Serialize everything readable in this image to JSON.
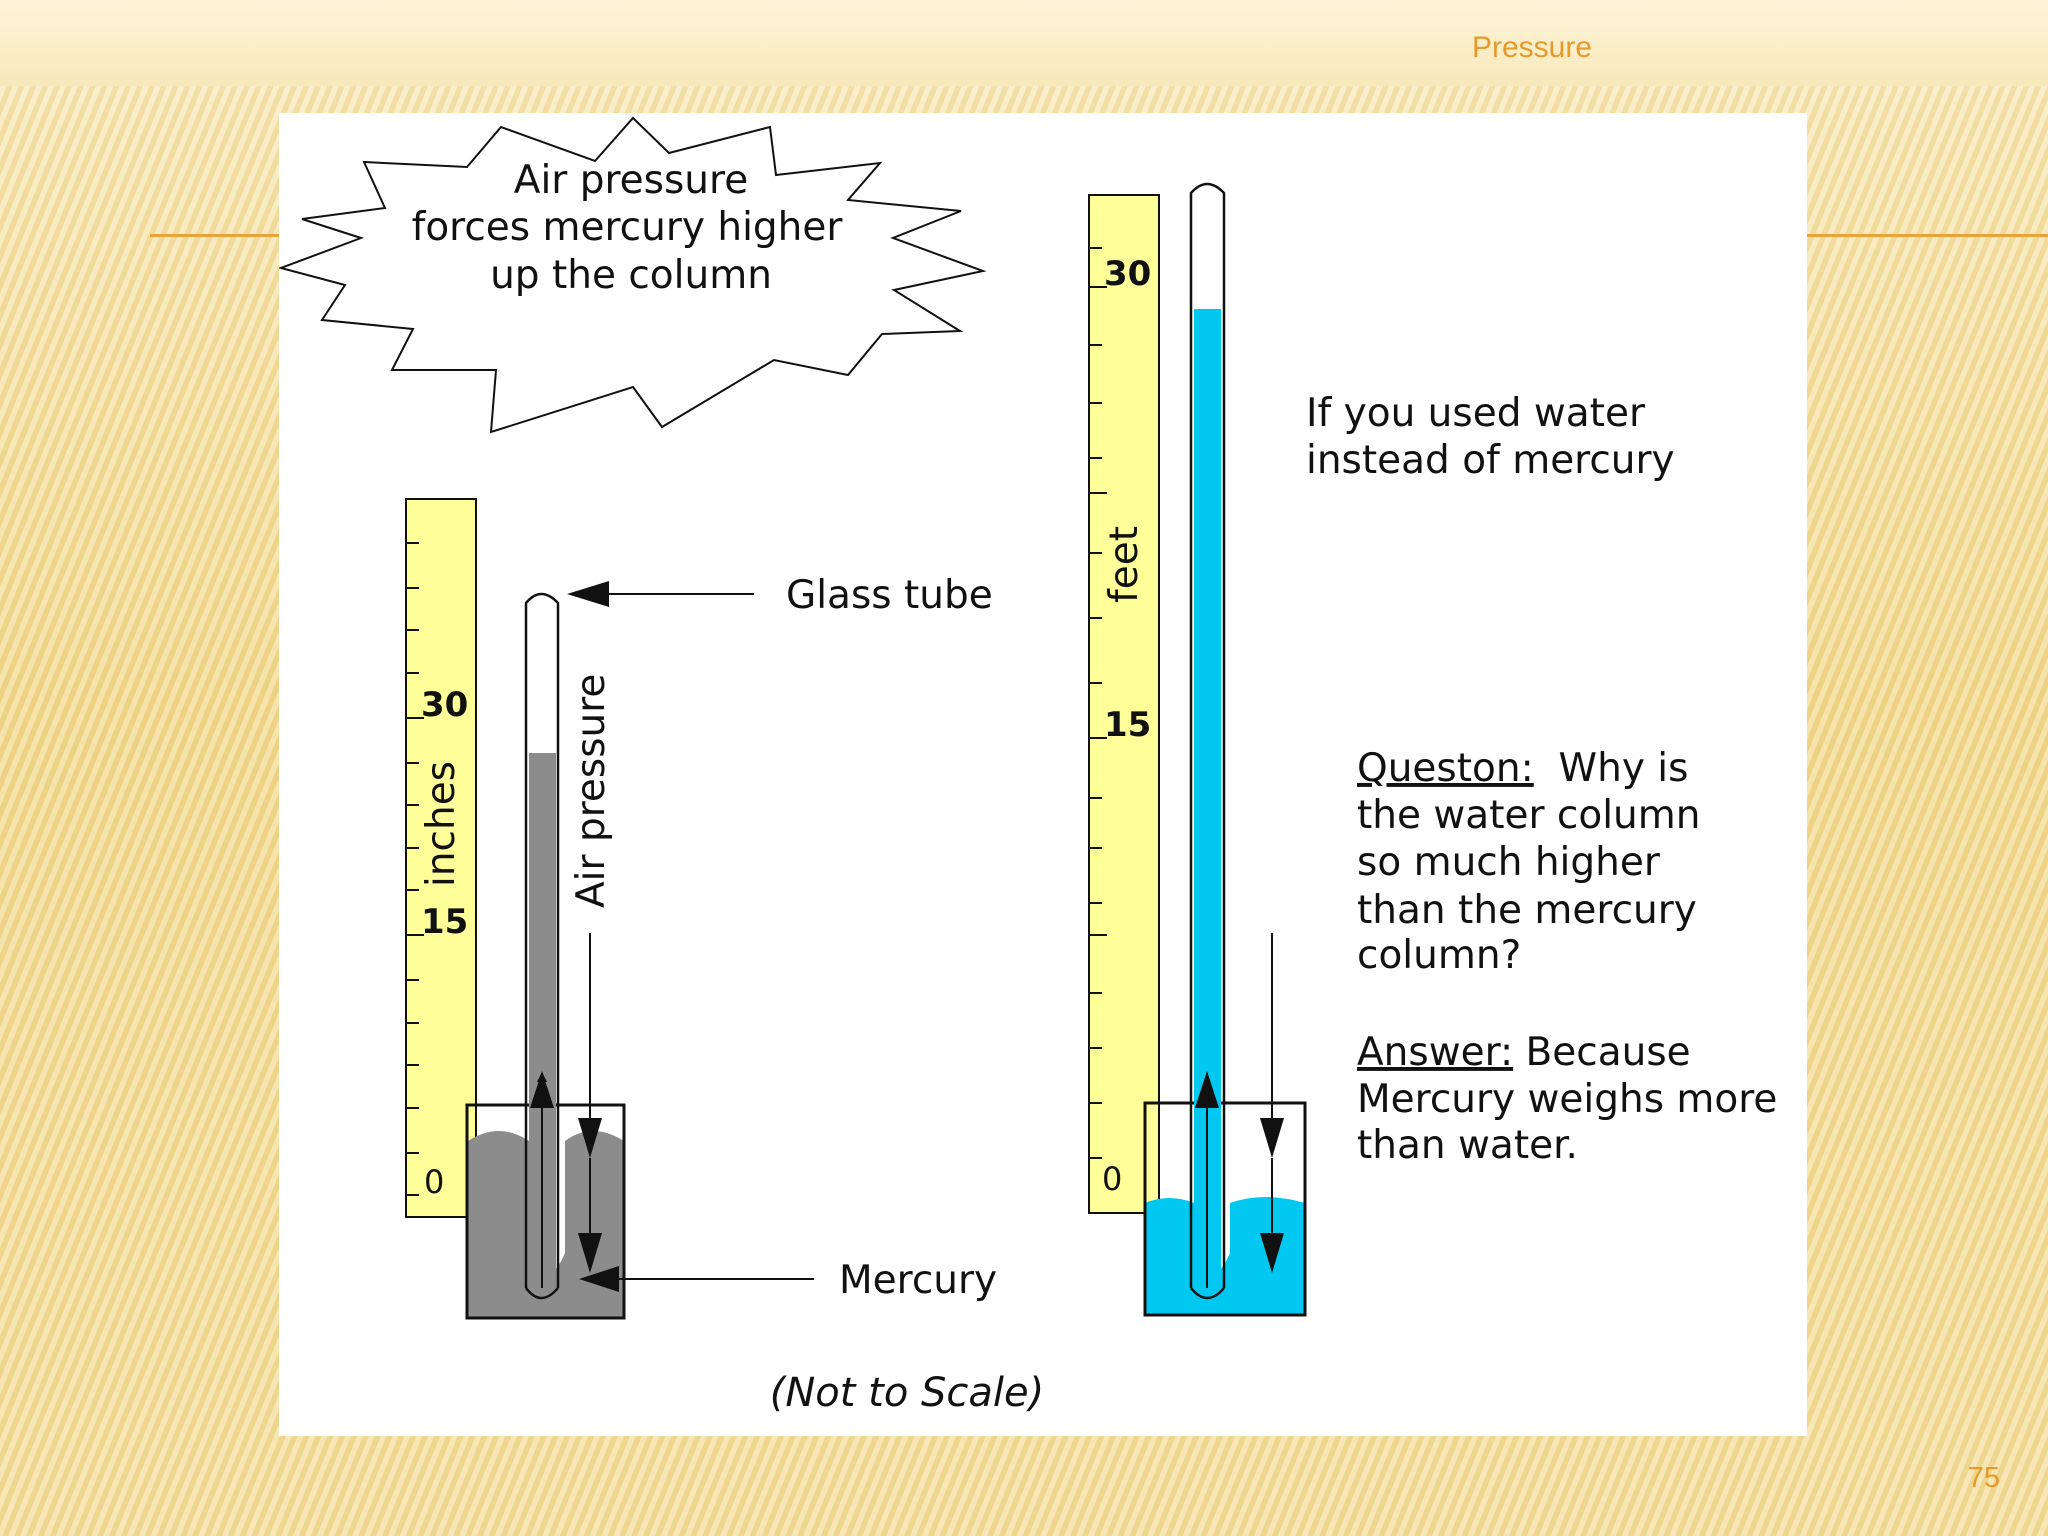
{
  "slide": {
    "title": "Pressure",
    "page_number": "75"
  },
  "diagram": {
    "burst": [
      "Air pressure",
      "forces mercury higher",
      "up the column"
    ],
    "labels": {
      "glass_tube": "Glass tube",
      "mercury": "Mercury",
      "air_pressure": "Air pressure",
      "not_to_scale": "(Not to Scale)"
    },
    "mercury_scale": {
      "unit": "inches",
      "tick_30": "30",
      "tick_15": "15",
      "tick_0": "0"
    },
    "water_scale": {
      "unit": "feet",
      "tick_30": "30",
      "tick_15": "15",
      "tick_0": "0"
    },
    "water_caption": [
      "If you used water",
      "instead of mercury"
    ],
    "question": {
      "heading": "Queston:",
      "first_line_rest": "  Why is",
      "lines": [
        "the water column",
        "so much higher",
        "than the mercury",
        "column?"
      ]
    },
    "answer": {
      "heading": "Answer:",
      "first_line_rest": " Because",
      "lines": [
        "Mercury weighs more",
        "than water."
      ]
    },
    "colors": {
      "ruler": "#ffff99",
      "mercury": "#8c8c8c",
      "water": "#00c8f0",
      "accent": "#e8a33a"
    }
  }
}
